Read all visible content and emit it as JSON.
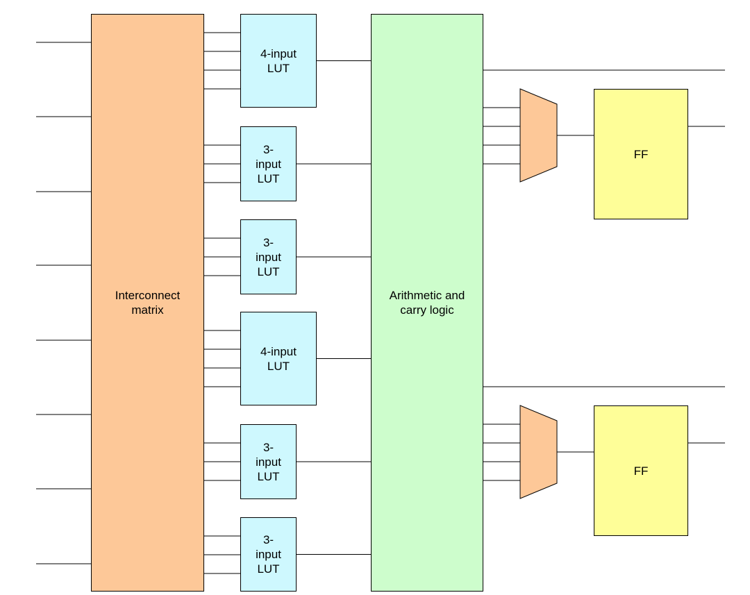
{
  "colors": {
    "interconnect": "#fdc898",
    "lut": "#cef8fe",
    "arith": "#cdfdcc",
    "mux": "#fdc898",
    "ff": "#fefe98",
    "line": "#000000"
  },
  "interconnect": {
    "label": "Interconnect\nmatrix"
  },
  "arithmetic": {
    "label": "Arithmetic and\ncarry logic"
  },
  "luts": [
    {
      "label": "4-input\nLUT",
      "inputs": 4
    },
    {
      "label": "3-\ninput\nLUT",
      "inputs": 3
    },
    {
      "label": "3-\ninput\nLUT",
      "inputs": 3
    },
    {
      "label": "4-input\nLUT",
      "inputs": 4
    },
    {
      "label": "3-\ninput\nLUT",
      "inputs": 3
    },
    {
      "label": "3-\ninput\nLUT",
      "inputs": 3
    }
  ],
  "muxes": [
    {
      "inputs": 4
    },
    {
      "inputs": 4
    }
  ],
  "flipflops": [
    {
      "label": "FF"
    },
    {
      "label": "FF"
    }
  ],
  "input_count": 8
}
